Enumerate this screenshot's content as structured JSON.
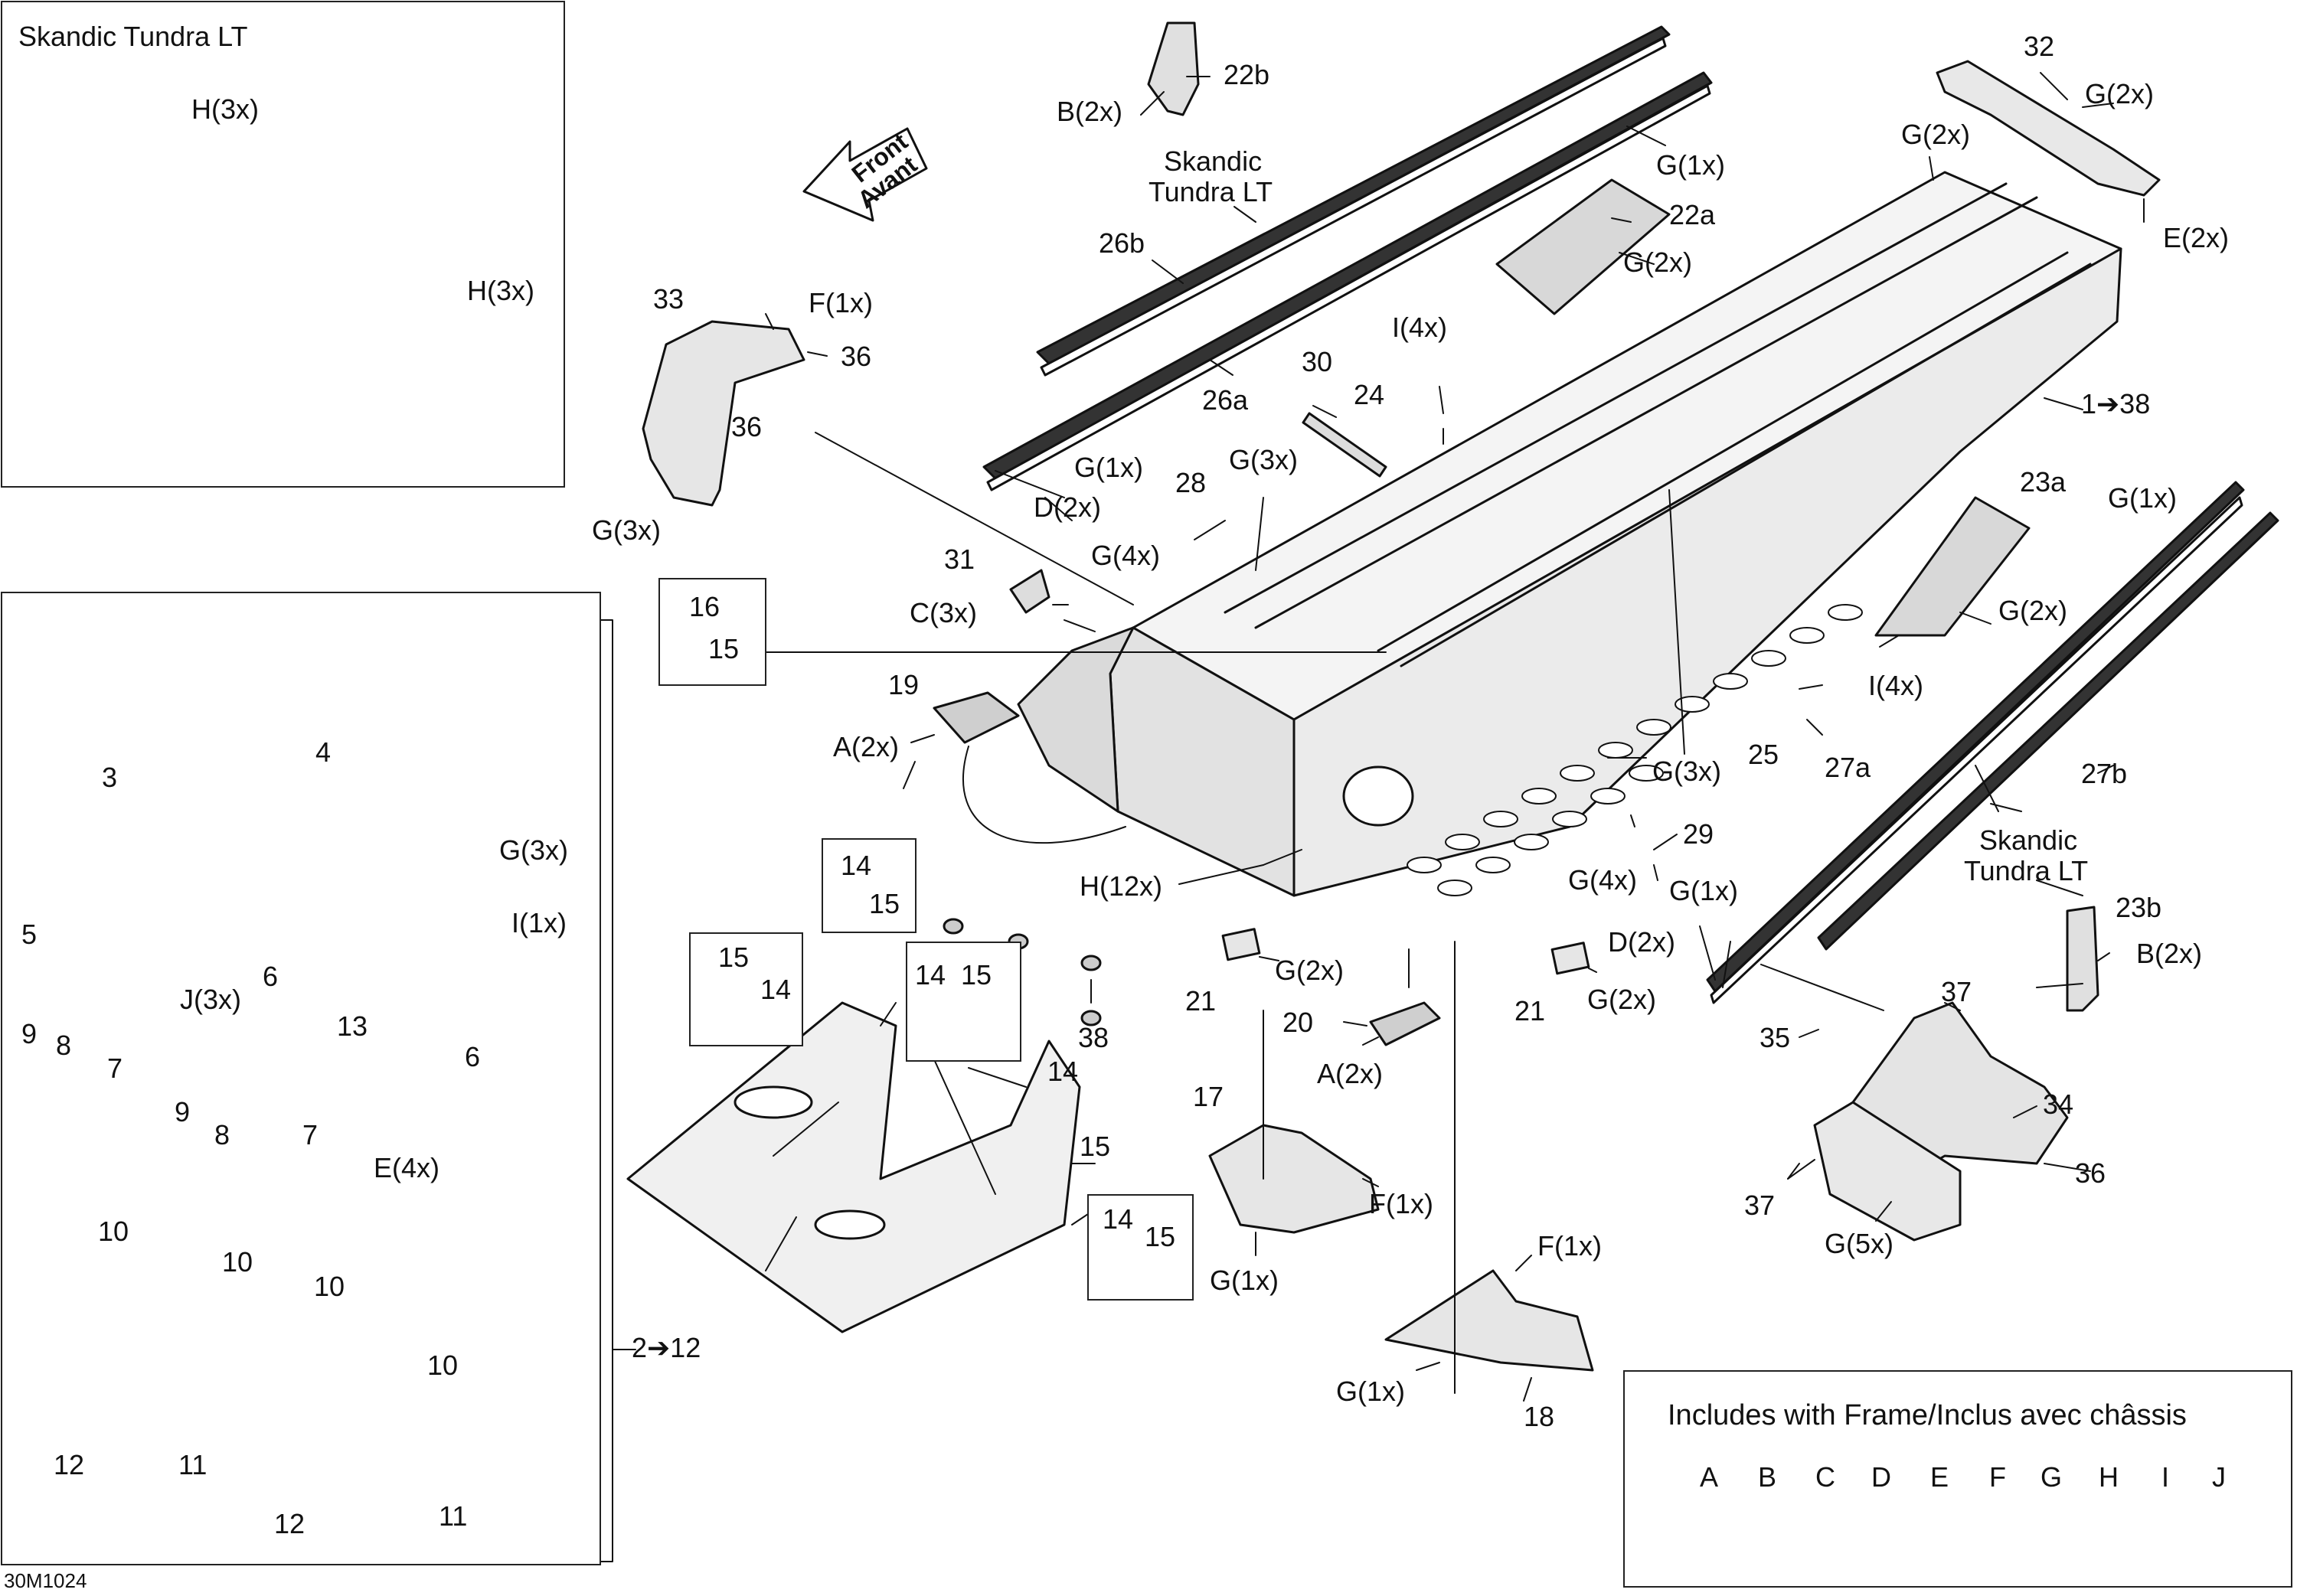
{
  "inset_top_left": {
    "title": "Skandic Tundra LT",
    "labels": [
      "H(3x)",
      "H(3x)"
    ]
  },
  "inset_left": {
    "labels": [
      "3",
      "4",
      "G(3x)",
      "I(1x)",
      "5",
      "9",
      "8",
      "6",
      "J(3x)",
      "7",
      "6",
      "13",
      "9",
      "8",
      "7",
      "E(4x)",
      "10",
      "10",
      "10",
      "10",
      "12",
      "11",
      "12",
      "11"
    ]
  },
  "box_16_15": {
    "labels": [
      "16",
      "15"
    ]
  },
  "box_14_15_a": {
    "labels": [
      "14",
      "15"
    ]
  },
  "box_15_14_b": {
    "labels": [
      "15",
      "14"
    ]
  },
  "box_14_15_c": {
    "labels": [
      "14",
      "15"
    ]
  },
  "box_14_15_d": {
    "labels": [
      "14",
      "15"
    ]
  },
  "main_labels": {
    "front": [
      "Front",
      "Avant"
    ],
    "22b": "22b",
    "b2x_top": "B(2x)",
    "skandic1": "Skandic",
    "tundra1": "Tundra LT",
    "g1x_top": "G(1x)",
    "26b": "26b",
    "26a": "26a",
    "g1x_rail": "G(1x)",
    "d2x_rail": "D(2x)",
    "22a": "22a",
    "g2x_22a": "G(2x)",
    "32": "32",
    "g2x_32": "G(2x)",
    "g2x_frame": "G(2x)",
    "e2x": "E(2x)",
    "i4x_top": "I(4x)",
    "24": "24",
    "30": "30",
    "1_38": "1➔38",
    "33": "33",
    "f1x_33": "F(1x)",
    "36a": "36",
    "36b": "36",
    "g3x_33": "G(3x)",
    "28": "28",
    "g3x_mid": "G(3x)",
    "g4x_mid": "G(4x)",
    "31": "31",
    "c3x": "C(3x)",
    "19": "19",
    "a2x_19": "A(2x)",
    "23a": "23a",
    "g1x_27": "G(1x)",
    "g2x_23a": "G(2x)",
    "i4x_25": "I(4x)",
    "25": "25",
    "g3x_lower": "G(3x)",
    "27a": "27a",
    "27b": "27b",
    "29": "29",
    "g4x_lower": "G(4x)",
    "h12x": "H(12x)",
    "38": "38",
    "skandic2": "Skandic",
    "tundra2": "Tundra LT",
    "g1x_27a": "G(1x)",
    "d2x_27a": "D(2x)",
    "23b": "23b",
    "b2x_23b": "B(2x)",
    "21a": "21",
    "g2x_21a": "G(2x)",
    "21b": "21",
    "g2x_21b": "G(2x)",
    "20": "20",
    "a2x_20": "A(2x)",
    "37a": "37",
    "35": "35",
    "34": "34",
    "36c": "36",
    "37b": "37",
    "g5x": "G(5x)",
    "17": "17",
    "f1x_17": "F(1x)",
    "g1x_17": "G(1x)",
    "f1x_18": "F(1x)",
    "g1x_18": "G(1x)",
    "18": "18",
    "2_12": "2➔12",
    "14": "14",
    "15": "15"
  },
  "legend": {
    "title": "Includes with Frame/Inclus avec châssis",
    "letters": [
      "A",
      "B",
      "C",
      "D",
      "E",
      "F",
      "G",
      "H",
      "I",
      "J"
    ]
  },
  "footer": {
    "code": "30M1024"
  }
}
